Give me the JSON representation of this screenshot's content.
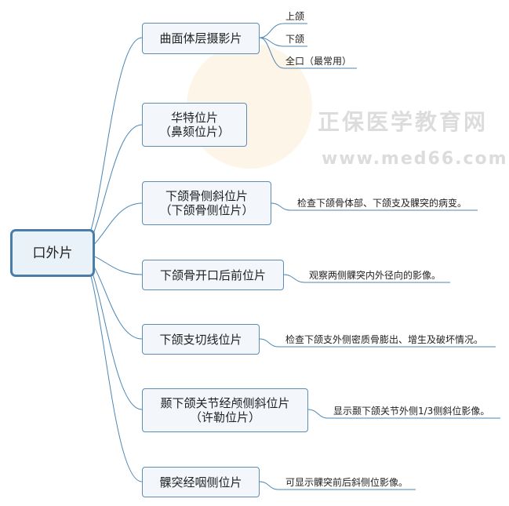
{
  "watermark": {
    "cn": "正保医学教育网",
    "url": "www.med66.com"
  },
  "root": {
    "label": "口外片"
  },
  "branches": [
    {
      "lines": [
        "曲面体层摄影片"
      ],
      "children": [
        "上颌",
        "下颌",
        "全口（最常用）"
      ]
    },
    {
      "lines": [
        "华特位片",
        "（鼻颏位片）"
      ],
      "note": ""
    },
    {
      "lines": [
        "下颌骨侧斜位片",
        "（下颌骨侧位片）"
      ],
      "note": "检查下颌骨体部、下颌支及髁突的病变。"
    },
    {
      "lines": [
        "下颌骨开口后前位片"
      ],
      "note": "观察两侧髁突内外径向的影像。"
    },
    {
      "lines": [
        "下颌支切线位片"
      ],
      "note": "检查下颌支外侧密质骨膨出、增生及破坏情况。"
    },
    {
      "lines": [
        "颞下颌关节经颅侧斜位片",
        "（许勒位片）"
      ],
      "note": "显示颞下颌关节外侧1/3侧斜位影像。"
    },
    {
      "lines": [
        "髁突经咽侧位片"
      ],
      "note": "可显示髁突前后斜侧位影像。"
    }
  ],
  "colors": {
    "line": "#4a86b4",
    "node_border": "#5b8db8",
    "node_bg": "#f3f7fc"
  }
}
